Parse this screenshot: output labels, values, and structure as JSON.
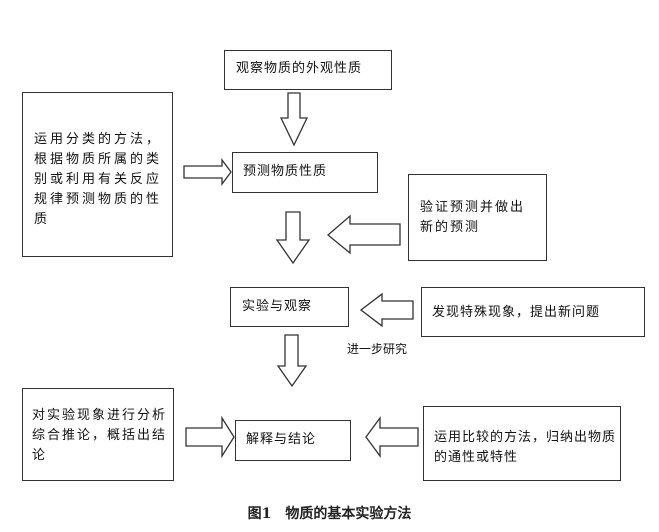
{
  "diagram": {
    "nodes": {
      "observe_appearance": "观察物质的外观性质",
      "classification_method": "运用分类的方法，根据物质所属的类别或利用有关反应规律预测物质的性质",
      "predict_properties": "预测物质性质",
      "verify_prediction": "验证预测并做出新的预测",
      "experiment_observe": "实验与观察",
      "discover_phenomenon": "发现特殊现象，提出新问题",
      "analyze_results": "对实验现象进行分析综合推论，概括出结论",
      "explain_conclude": "解释与结论",
      "compare_method": "运用比较的方法，归纳出物质的通性或特性"
    },
    "edge_label_further_study": "进一步研究",
    "edges": [
      {
        "from": "observe_appearance",
        "to": "predict_properties"
      },
      {
        "from": "classification_method",
        "to": "predict_properties"
      },
      {
        "from": "predict_properties",
        "to": "experiment_observe"
      },
      {
        "from": "verify_prediction",
        "to": "experiment_observe"
      },
      {
        "from": "discover_phenomenon",
        "to": "experiment_observe",
        "label": "进一步研究"
      },
      {
        "from": "experiment_observe",
        "to": "explain_conclude"
      },
      {
        "from": "analyze_results",
        "to": "explain_conclude"
      },
      {
        "from": "compare_method",
        "to": "explain_conclude"
      }
    ],
    "caption": "图1　物质的基本实验方法"
  }
}
